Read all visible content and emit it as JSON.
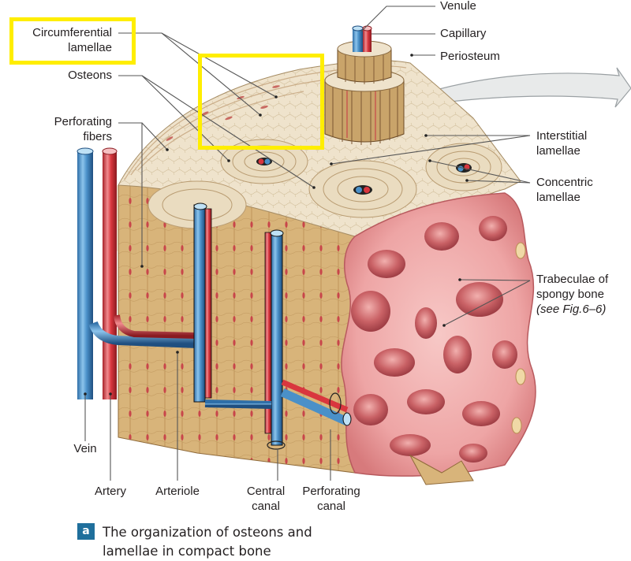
{
  "figure": {
    "title": "The organization of osteons and lamellae in compact bone",
    "panel_letter": "a",
    "caption_line1": "The organization of osteons and",
    "caption_line2": "lamellae in compact bone",
    "colors": {
      "highlight": "#ffee00",
      "vein": "#4a90c8",
      "artery": "#d9363e",
      "compact_bone_top": "#efe3cc",
      "compact_bone_side": "#d8b47a",
      "spongy_bone": "#eea5a5",
      "badge": "#1f6f9c",
      "arrow": "#e8eaea"
    }
  },
  "labels": {
    "circumferential_1": "Circumferential",
    "circumferential_2": "lamellae",
    "osteons": "Osteons",
    "perforating_fibers_1": "Perforating",
    "perforating_fibers_2": "fibers",
    "venule": "Venule",
    "capillary": "Capillary",
    "periosteum": "Periosteum",
    "interstitial_1": "Interstitial",
    "interstitial_2": "lamellae",
    "concentric_1": "Concentric",
    "concentric_2": "lamellae",
    "trabeculae_1": "Trabeculae of",
    "trabeculae_2": "spongy bone",
    "trabeculae_3": "(see Fig.6–6)",
    "vein": "Vein",
    "artery": "Artery",
    "arteriole": "Arteriole",
    "central_canal_1": "Central",
    "central_canal_2": "canal",
    "perforating_canal_1": "Perforating",
    "perforating_canal_2": "canal"
  },
  "highlights": [
    {
      "target": "circumferential-lamellae-label"
    },
    {
      "target": "circumferential-lamellae-region"
    }
  ]
}
